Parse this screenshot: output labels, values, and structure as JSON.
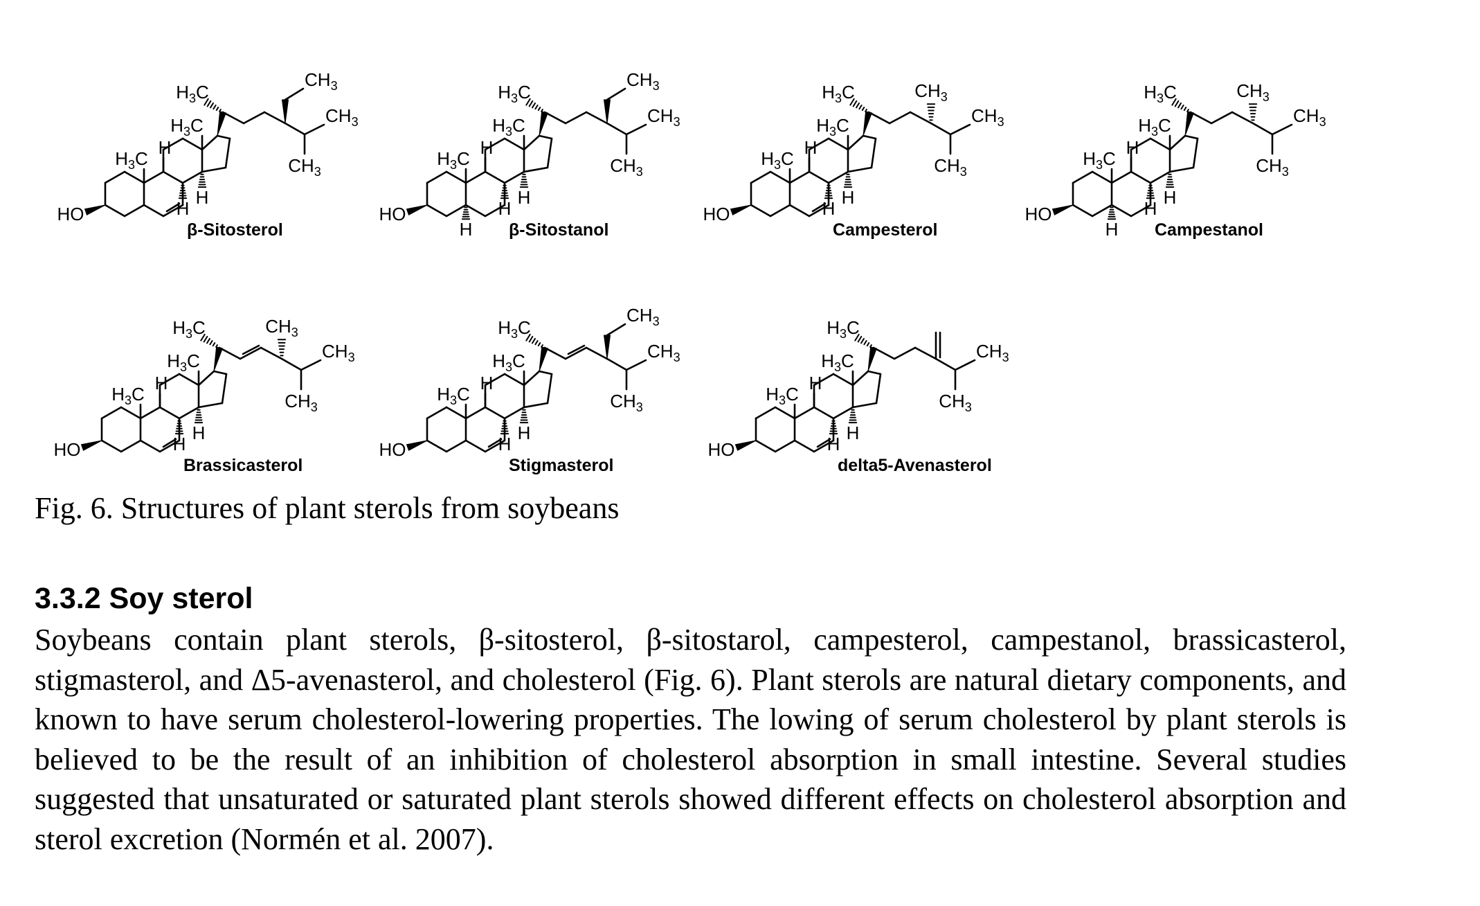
{
  "figure": {
    "structures": [
      {
        "name": "β-Sitosterol",
        "ring_a_double_bond": true,
        "alpha_h_c5": false,
        "side_chain": "ethyl",
        "c22_double_bond": false
      },
      {
        "name": "β-Sitostanol",
        "ring_a_double_bond": false,
        "alpha_h_c5": true,
        "side_chain": "ethyl",
        "c22_double_bond": false
      },
      {
        "name": "Campesterol",
        "ring_a_double_bond": true,
        "alpha_h_c5": false,
        "side_chain": "methyl",
        "c22_double_bond": false
      },
      {
        "name": "Campestanol",
        "ring_a_double_bond": false,
        "alpha_h_c5": true,
        "side_chain": "methyl",
        "c22_double_bond": false
      },
      {
        "name": "Brassicasterol",
        "ring_a_double_bond": true,
        "alpha_h_c5": false,
        "side_chain": "methyl",
        "c22_double_bond": true
      },
      {
        "name": "Stigmasterol",
        "ring_a_double_bond": true,
        "alpha_h_c5": false,
        "side_chain": "ethyl",
        "c22_double_bond": true
      },
      {
        "name": "delta5-Avenasterol",
        "ring_a_double_bond": true,
        "alpha_h_c5": false,
        "side_chain": "ethylidene",
        "c22_double_bond": false
      }
    ],
    "atom_labels": {
      "ho": "HO",
      "h": "H",
      "h3c_main": "H3C",
      "ch3": "CH3"
    },
    "caption": "Fig. 6. Structures of plant sterols from soybeans"
  },
  "section": {
    "heading": "3.3.2 Soy sterol",
    "body": "Soybeans contain plant sterols, β-sitosterol, β-sitostarol, campesterol, campestanol, brassicasterol, stigmasterol, and Δ5-avenasterol, and cholesterol (Fig. 6). Plant sterols are natural dietary components, and known to have serum cholesterol-lowering properties. The lowing of serum cholesterol by plant sterols is believed to be the result of an inhibition of cholesterol absorption in small intestine. Several studies suggested that unsaturated or saturated plant sterols showed different effects on cholesterol absorption and sterol excretion (Normén et al. 2007)."
  }
}
